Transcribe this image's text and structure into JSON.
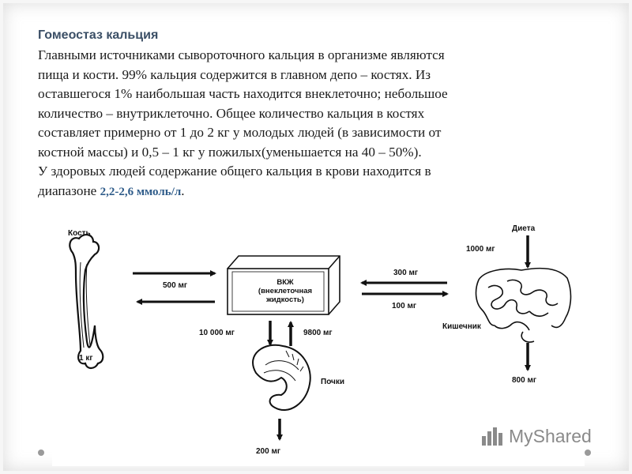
{
  "slide": {
    "title": "Гомеостаз кальция",
    "paragraph_lines": [
      "Главными источниками сывороточного кальция в организме являются",
      "пища и кости. 99% кальция содержится в главном депо – костях. Из",
      "оставшегося  1% наибольшая часть находится внеклеточно; небольшое",
      "количество – внутриклеточно. Общее количество кальция в костях",
      "составляет примерно от 1 до 2 кг у молодых людей (в зависимости от",
      "костной массы) и 0,5 – 1 кг у пожилых(уменьшается на 40 – 50%).",
      "У здоровых людей содержание общего кальция в крови находится в"
    ],
    "last_line_prefix": "диапазоне ",
    "range_value": "2,2-2,6 ммоль/л",
    "last_line_suffix": "."
  },
  "diagram": {
    "bone_label": "Кость",
    "bone_mass": "1 кг",
    "bone_to_ecf": "500 мг",
    "ecf_line1": "ВКЖ",
    "ecf_line2": "(внеклеточная",
    "ecf_line3": "жидкость)",
    "kidney_filtered": "10 000 мг",
    "kidney_reabsorbed": "9800 мг",
    "kidney_label": "Почки",
    "urine": "200 мг",
    "diet_label": "Диета",
    "diet_intake": "1000 мг",
    "intestine_absorbed": "300 мг",
    "intestine_secreted": "100 мг",
    "intestine_label": "Кишечник",
    "feces": "800 мг"
  },
  "watermark": {
    "logo_text": "MyShared",
    "logo_icon": "chart-bars-icon"
  },
  "colors": {
    "title": "#3b4f66",
    "range_value": "#2f5c8a",
    "text": "#1c1c1c"
  }
}
